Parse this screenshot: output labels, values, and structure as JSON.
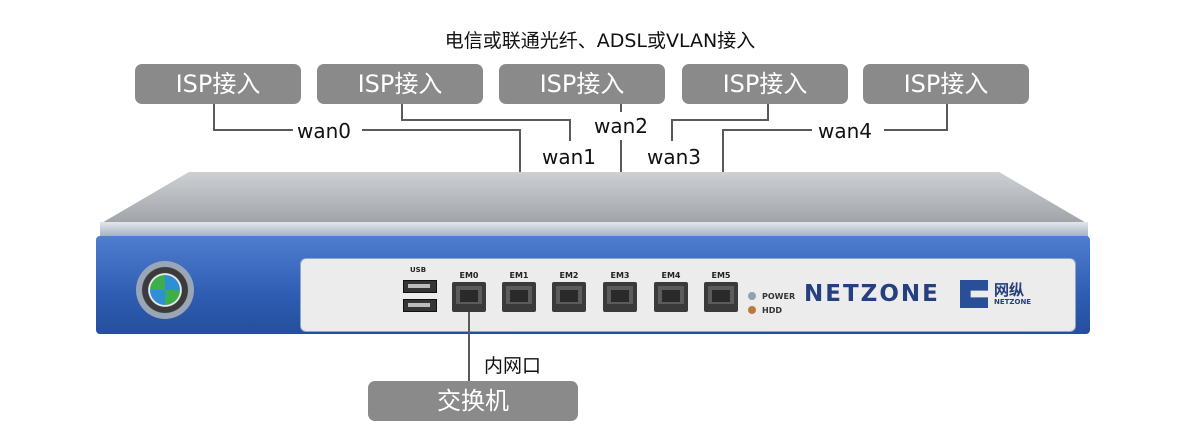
{
  "title": "电信或联通光纤、ADSL或VLAN接入",
  "isp_boxes": [
    "ISP接入",
    "ISP接入",
    "ISP接入",
    "ISP接入",
    "ISP接入"
  ],
  "wan_labels": [
    "wan0",
    "wan1",
    "wan2",
    "wan3",
    "wan4"
  ],
  "device": {
    "usb_label": "USB",
    "ports": [
      "EM0",
      "EM1",
      "EM2",
      "EM3",
      "EM4",
      "EM5"
    ],
    "leds": [
      "POWER",
      "HDD"
    ],
    "brand": "NETZONE",
    "brand_cn": "网纵",
    "brand_sub": "NETZONE"
  },
  "lan_label": "内网口",
  "switch_label": "交换机",
  "colors": {
    "box": "#8a8a8a",
    "wire": "#5a5a5a",
    "chassis": "#2e5db2",
    "brand": "#26407f",
    "led_power": "#8fa0b3",
    "led_hdd": "#c0783a"
  }
}
